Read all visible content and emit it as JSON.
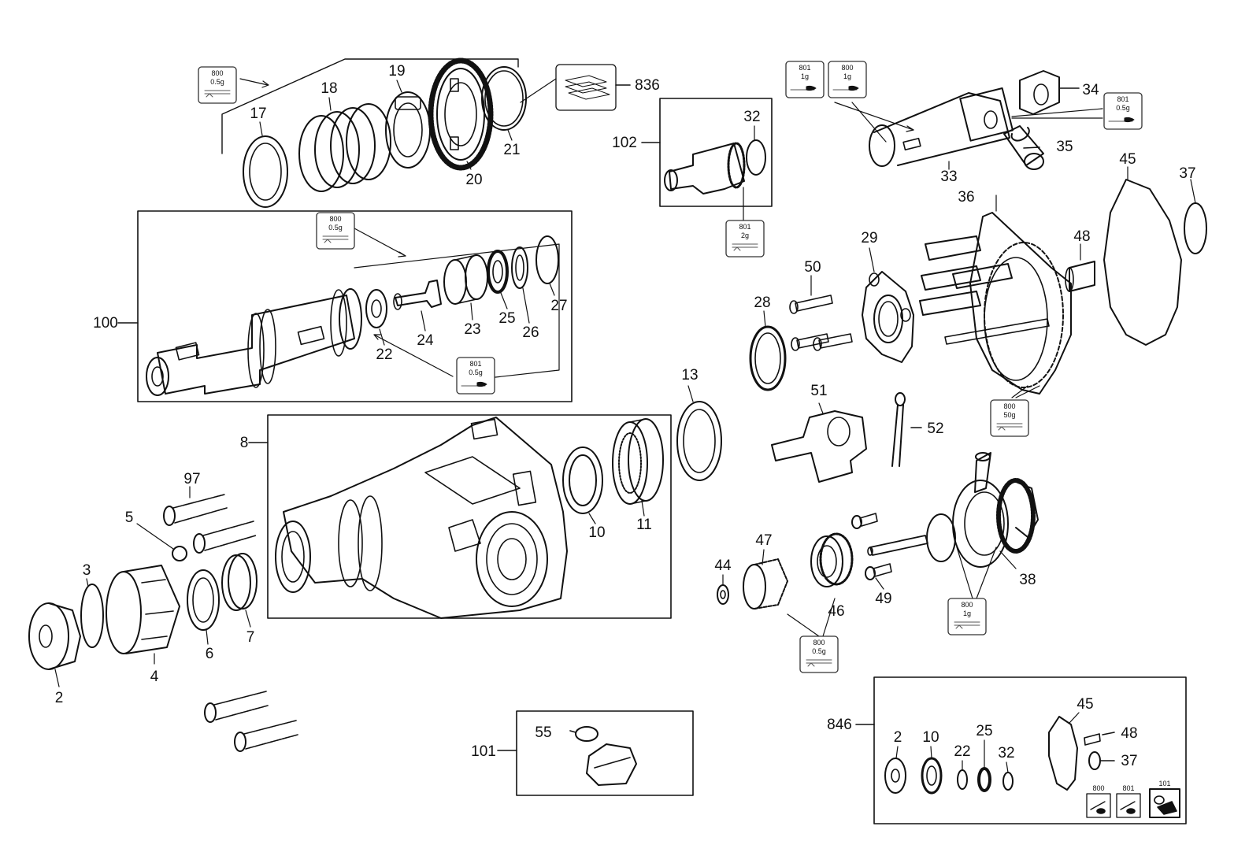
{
  "diagram": {
    "part_numbers": {
      "p2": "2",
      "p3": "3",
      "p4": "4",
      "p5": "5",
      "p6": "6",
      "p7": "7",
      "p8": "8",
      "p10": "10",
      "p11": "11",
      "p13": "13",
      "p17": "17",
      "p18": "18",
      "p19": "19",
      "p20": "20",
      "p21": "21",
      "p22": "22",
      "p23": "23",
      "p24": "24",
      "p25": "25",
      "p26": "26",
      "p27": "27",
      "p28": "28",
      "p29": "29",
      "p32": "32",
      "p33": "33",
      "p34": "34",
      "p35": "35",
      "p36": "36",
      "p37": "37",
      "p38": "38",
      "p44": "44",
      "p45": "45",
      "p46": "46",
      "p47": "47",
      "p48": "48",
      "p49": "49",
      "p50": "50",
      "p51": "51",
      "p52": "52",
      "p55": "55",
      "p97": "97",
      "p100": "100",
      "p101": "101",
      "p102": "102",
      "p836": "836",
      "p846": "846"
    },
    "kit_labels": {
      "p2": "2",
      "p10": "10",
      "p22": "22",
      "p25": "25",
      "p32": "32",
      "p45": "45",
      "p48": "48",
      "p37": "37",
      "p800": "800",
      "p801": "801",
      "p101": "101"
    },
    "lube_tags": {
      "t800_05": {
        "code": "800",
        "amount": "0.5g"
      },
      "t801_1": {
        "code": "801",
        "amount": "1g"
      },
      "t800_1": {
        "code": "800",
        "amount": "1g"
      },
      "t801_05": {
        "code": "801",
        "amount": "0.5g"
      },
      "t801_2": {
        "code": "801",
        "amount": "2g"
      },
      "t800_50": {
        "code": "800",
        "amount": "50g"
      }
    },
    "icons": [
      "grease-tag-icon",
      "spacer-kit-icon",
      "wrench-tool-icon"
    ]
  }
}
